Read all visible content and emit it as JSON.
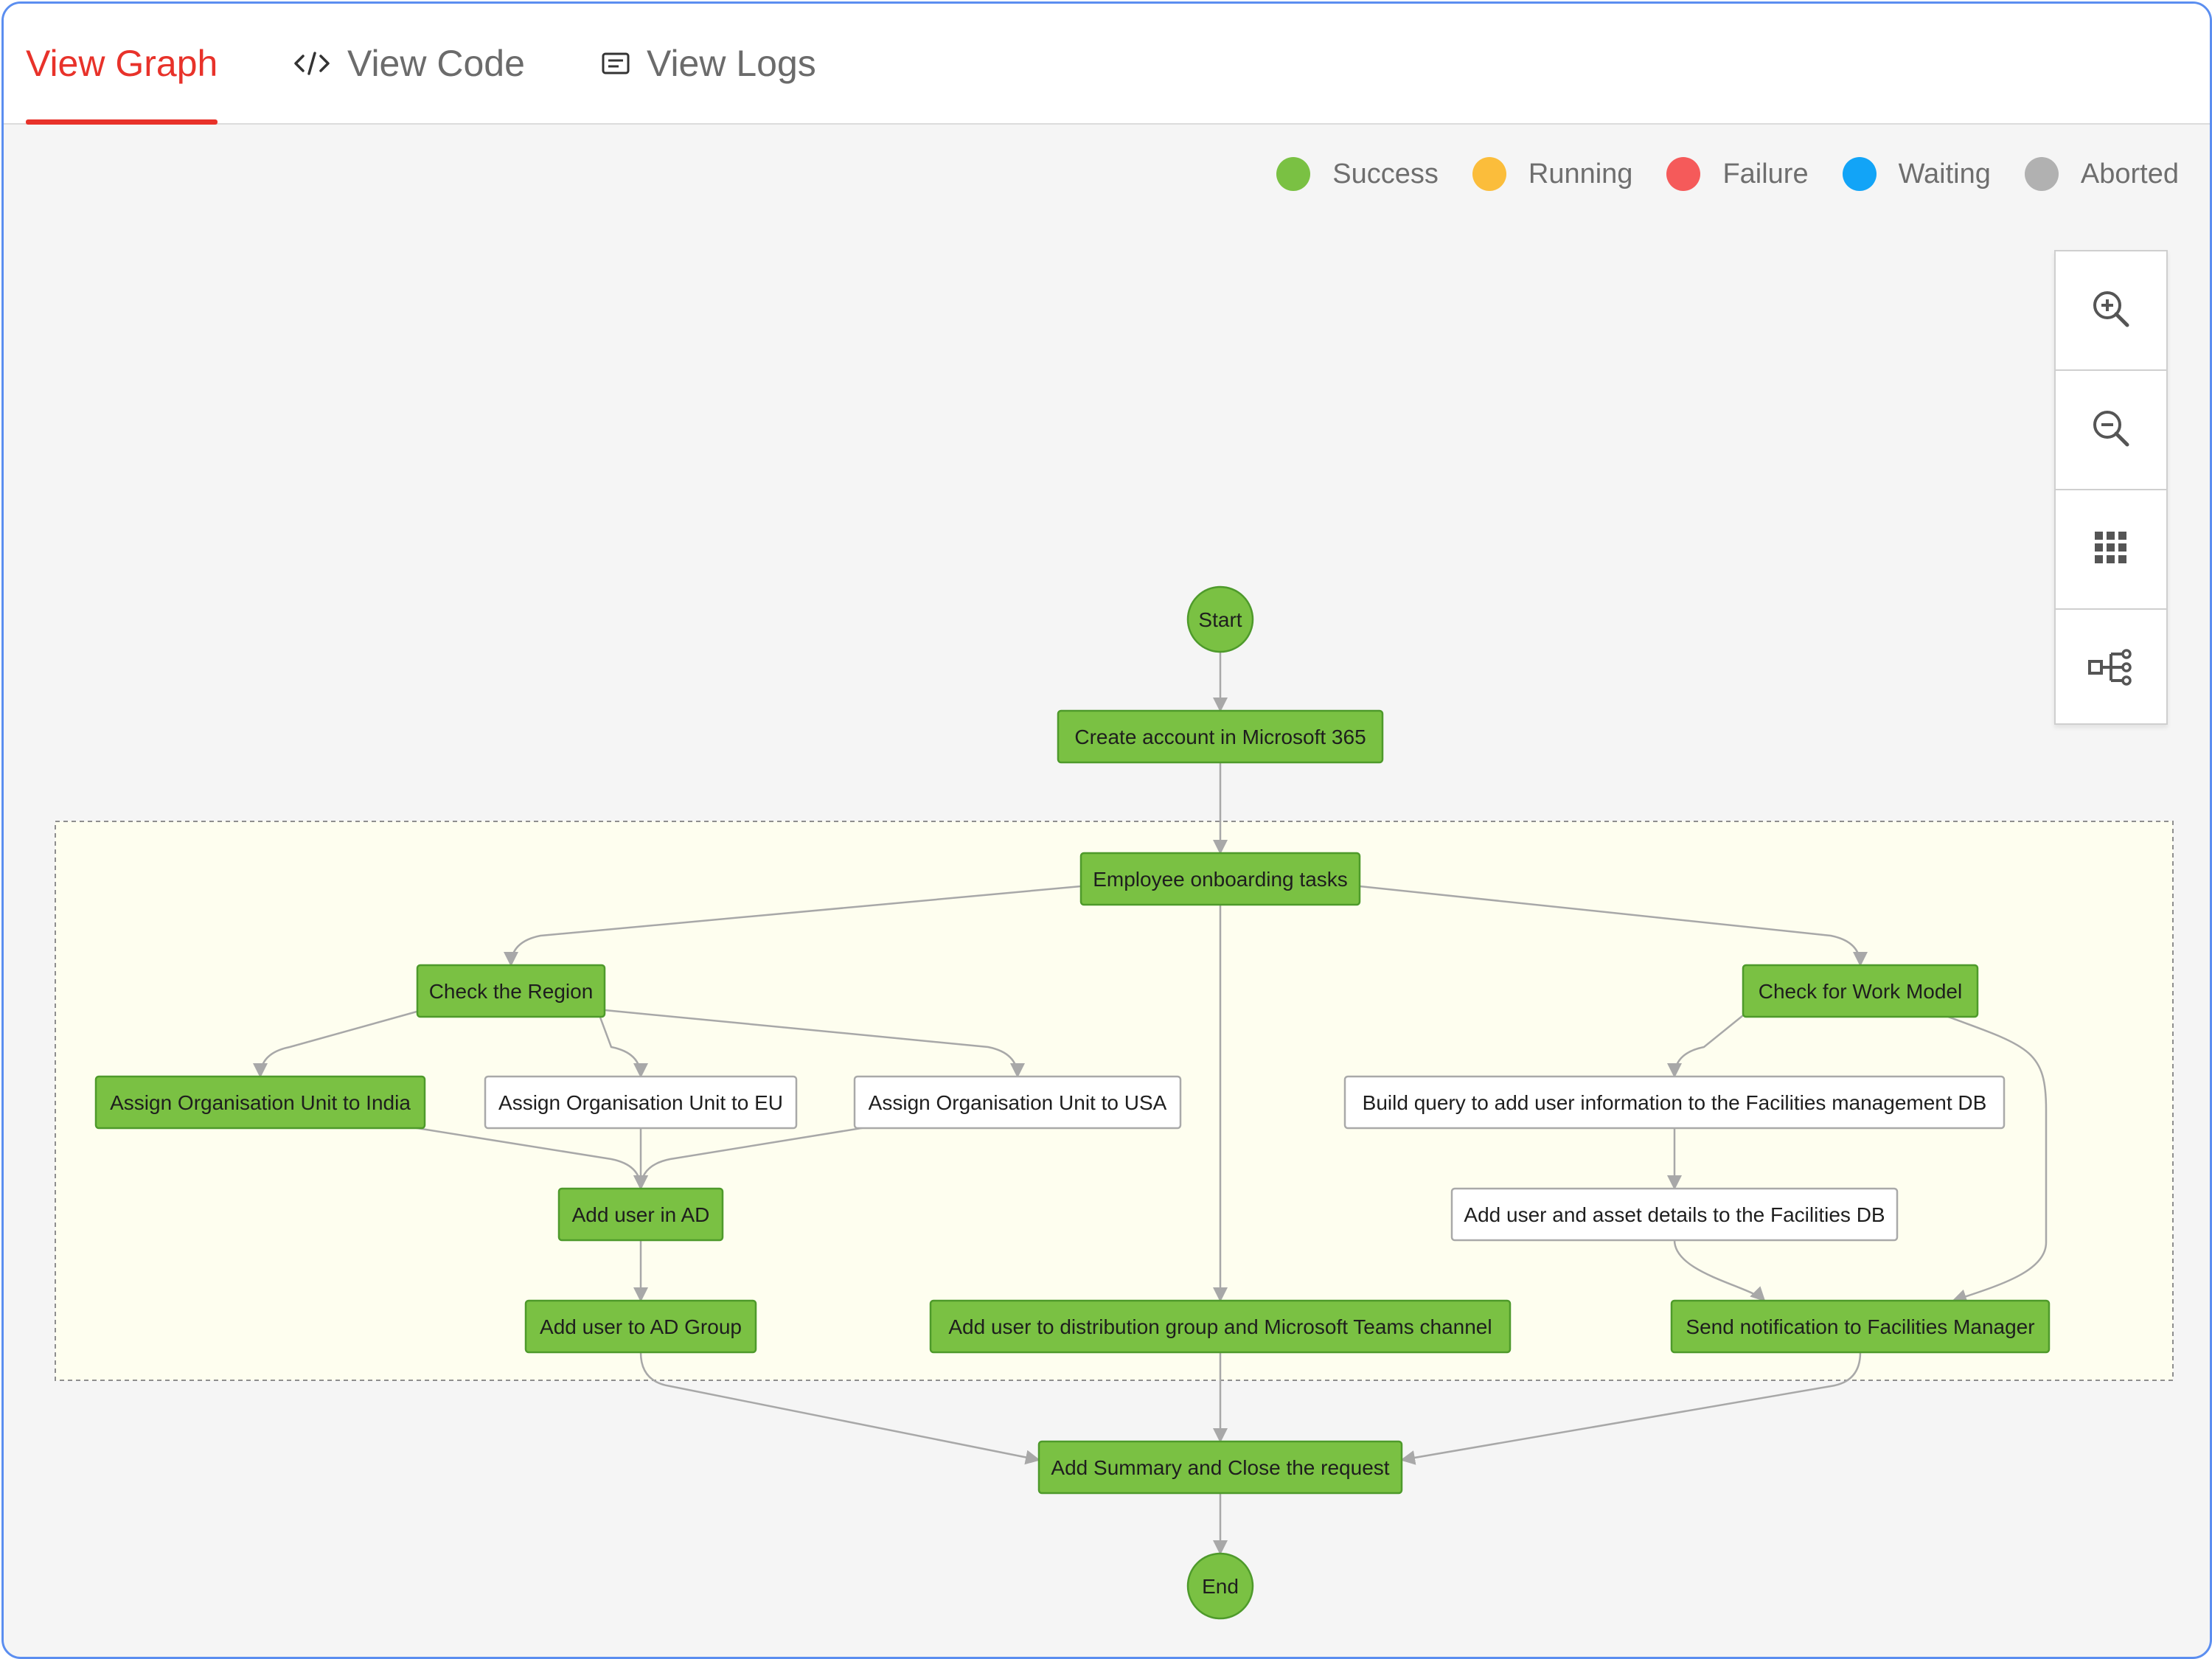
{
  "tabs": [
    {
      "label": "View Graph",
      "active": true,
      "icon": "graph"
    },
    {
      "label": "View Code",
      "active": false,
      "icon": "code-icon"
    },
    {
      "label": "View Logs",
      "active": false,
      "icon": "logs-icon"
    }
  ],
  "legend": [
    {
      "label": "Success",
      "color": "#7ac143"
    },
    {
      "label": "Running",
      "color": "#fbbd3b"
    },
    {
      "label": "Failure",
      "color": "#f55a5a"
    },
    {
      "label": "Waiting",
      "color": "#12a4f7"
    },
    {
      "label": "Aborted",
      "color": "#b1b1b1"
    }
  ],
  "zoom_controls": [
    {
      "icon": "zoom-in-icon"
    },
    {
      "icon": "zoom-out-icon"
    },
    {
      "icon": "grid-icon"
    },
    {
      "icon": "flow-layout-icon"
    }
  ],
  "colors": {
    "success_fill": "#7ac143",
    "success_stroke": "#4e9a2b",
    "pending_fill": "#ffffff",
    "pending_stroke": "#a9a9a9",
    "edge": "#a8a8a8",
    "group_fill": "#fefeef",
    "active_tab": "#e8322a"
  },
  "workflow": {
    "nodes": [
      {
        "id": "start",
        "label": "Start",
        "shape": "circle",
        "status": "success"
      },
      {
        "id": "create",
        "label": "Create account in Microsoft 365",
        "shape": "rect",
        "status": "success"
      },
      {
        "id": "onboard",
        "label": "Employee onboarding tasks",
        "shape": "rect",
        "status": "success"
      },
      {
        "id": "region",
        "label": "Check the Region",
        "shape": "rect",
        "status": "success"
      },
      {
        "id": "work",
        "label": "Check for Work Model",
        "shape": "rect",
        "status": "success"
      },
      {
        "id": "india",
        "label": "Assign Organisation Unit to India",
        "shape": "rect",
        "status": "success"
      },
      {
        "id": "eu",
        "label": "Assign Organisation Unit to EU",
        "shape": "rect",
        "status": "pending"
      },
      {
        "id": "usa",
        "label": "Assign Organisation Unit to USA",
        "shape": "rect",
        "status": "pending"
      },
      {
        "id": "query",
        "label": "Build query to add user information to the Facilities management DB",
        "shape": "rect",
        "status": "pending"
      },
      {
        "id": "ad",
        "label": "Add user in AD",
        "shape": "rect",
        "status": "success"
      },
      {
        "id": "asset",
        "label": "Add user and asset details to the Facilities DB",
        "shape": "rect",
        "status": "pending"
      },
      {
        "id": "adgroup",
        "label": "Add user to AD Group",
        "shape": "rect",
        "status": "success"
      },
      {
        "id": "dist",
        "label": "Add user to distribution group and Microsoft Teams channel",
        "shape": "rect",
        "status": "success"
      },
      {
        "id": "notify",
        "label": "Send notification to Facilities Manager",
        "shape": "rect",
        "status": "success"
      },
      {
        "id": "summary",
        "label": "Add Summary and Close the request",
        "shape": "rect",
        "status": "success"
      },
      {
        "id": "end",
        "label": "End",
        "shape": "circle",
        "status": "success"
      }
    ],
    "edges": [
      [
        "start",
        "create"
      ],
      [
        "create",
        "onboard"
      ],
      [
        "onboard",
        "region"
      ],
      [
        "onboard",
        "dist"
      ],
      [
        "onboard",
        "work"
      ],
      [
        "region",
        "india"
      ],
      [
        "region",
        "eu"
      ],
      [
        "region",
        "usa"
      ],
      [
        "india",
        "ad"
      ],
      [
        "eu",
        "ad"
      ],
      [
        "usa",
        "ad"
      ],
      [
        "ad",
        "adgroup"
      ],
      [
        "work",
        "query"
      ],
      [
        "query",
        "asset"
      ],
      [
        "asset",
        "notify"
      ],
      [
        "work",
        "notify"
      ],
      [
        "adgroup",
        "summary"
      ],
      [
        "dist",
        "summary"
      ],
      [
        "notify",
        "summary"
      ],
      [
        "summary",
        "end"
      ]
    ]
  }
}
